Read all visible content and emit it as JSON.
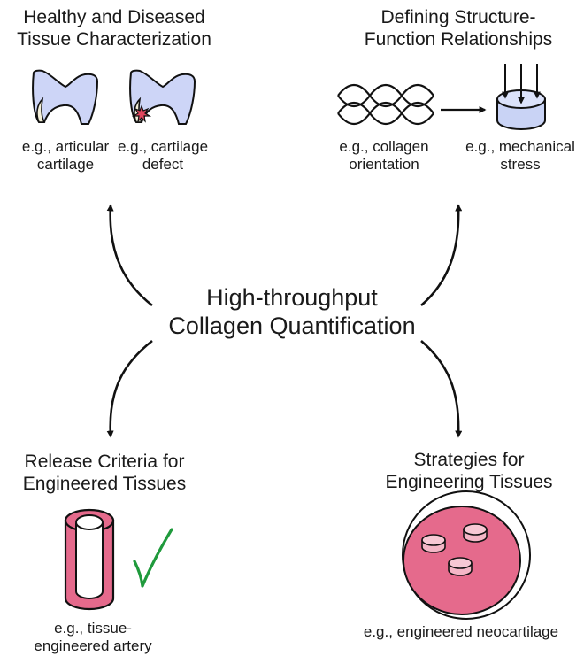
{
  "center": {
    "line1": "High-throughput",
    "line2": "Collagen Quantification"
  },
  "panels": {
    "top_left": {
      "title_line1": "Healthy and Diseased",
      "title_line2": "Tissue Characterization",
      "items": [
        {
          "line1": "e.g., articular",
          "line2": "cartilage"
        },
        {
          "line1": "e.g., cartilage",
          "line2": "defect"
        }
      ]
    },
    "top_right": {
      "title_line1": "Defining Structure-",
      "title_line2": "Function Relationships",
      "items": [
        {
          "line1": "e.g., collagen",
          "line2": "orientation"
        },
        {
          "line1": "e.g., mechanical",
          "line2": "stress"
        }
      ]
    },
    "bottom_left": {
      "title_line1": "Release Criteria for",
      "title_line2": "Engineered Tissues",
      "caption_line1": "e.g., tissue-",
      "caption_line2": "engineered artery"
    },
    "bottom_right": {
      "title_line1": "Strategies for",
      "title_line2": "Engineering Tissues",
      "caption_line1": "e.g., engineered neocartilage"
    }
  },
  "colors": {
    "cartilage_fill": "#cdd5f7",
    "bone_fill": "#f3efd9",
    "defect_fill": "#e0475e",
    "disc_fill": "#c9d3f5",
    "tissue_pink": "#e56a8c",
    "tissue_light": "#f4b6c6",
    "check_green": "#1f9a3c",
    "ink": "#111111"
  }
}
